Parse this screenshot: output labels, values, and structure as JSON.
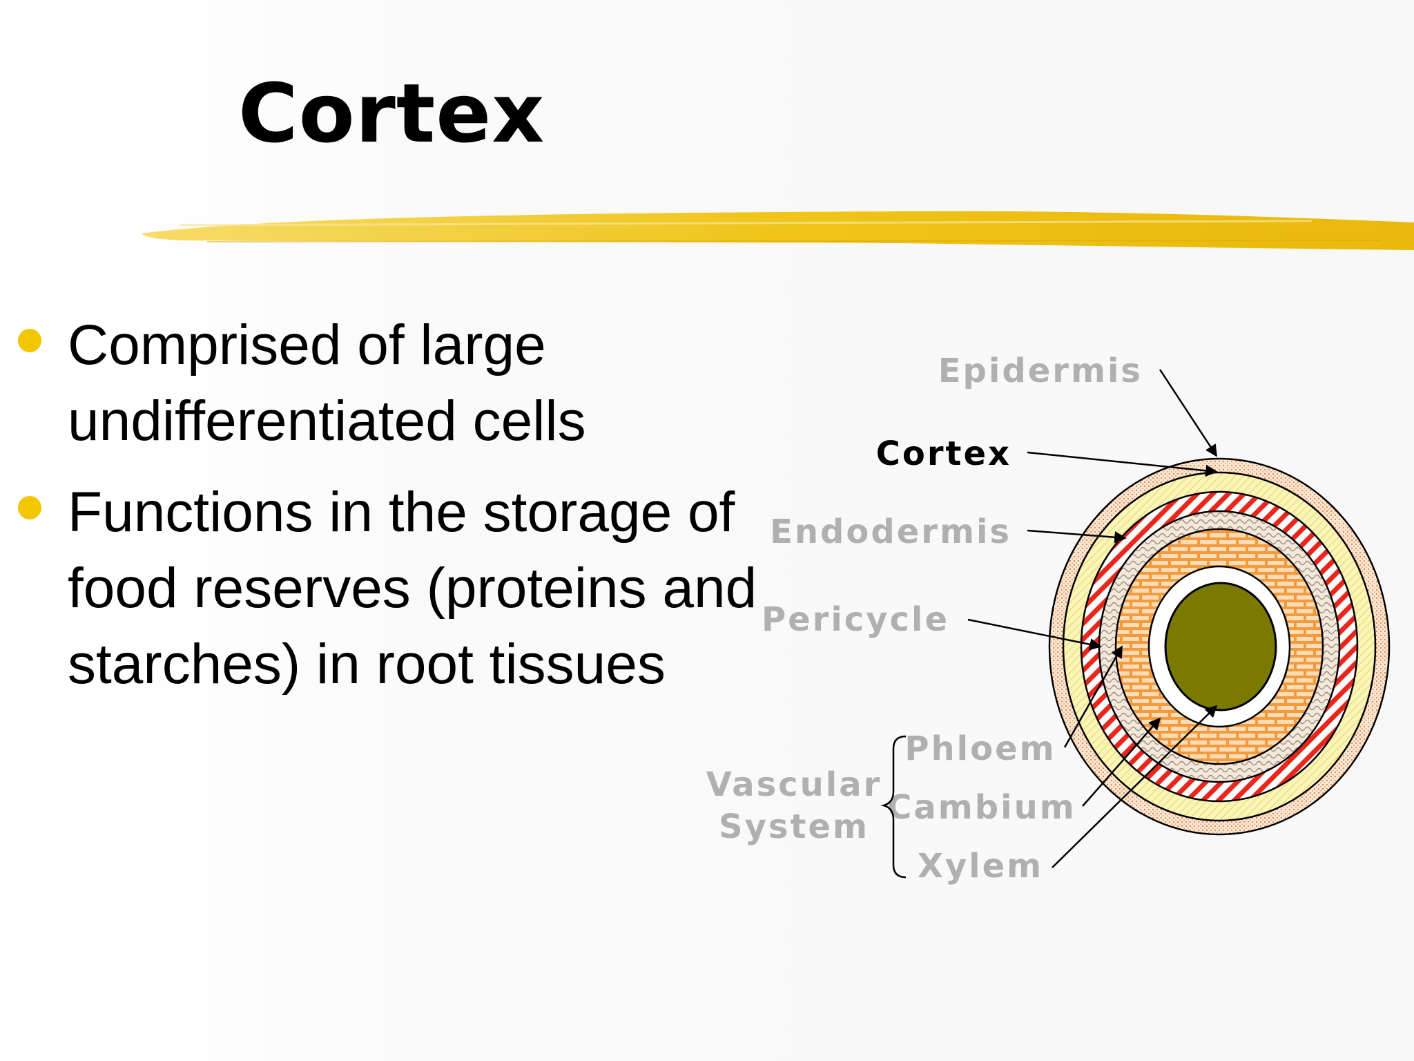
{
  "slide": {
    "title": "Cortex",
    "bullets": [
      "Comprised of large undifferentiated cells",
      "Functions in the storage of food reserves (proteins and starches) in root tissues"
    ]
  },
  "diagram": {
    "labels": {
      "epidermis": "Epidermis",
      "cortex": "Cortex",
      "endodermis": "Endodermis",
      "pericycle": "Pericycle",
      "vascular_system": [
        "Vascular",
        "System"
      ],
      "phloem": "Phloem",
      "cambium": "Cambium",
      "xylem": "Xylem"
    }
  },
  "colors": {
    "bullet": "#f2c600",
    "highlight_stroke": "#f0c419",
    "muted_label": "#b0b0b0",
    "active_label": "#000000",
    "cortex_ring": "#f7f2a0",
    "endodermis_stripe": "#e8261c",
    "pith_brick": "#f39a3c",
    "xylem_center": "#7a7a00"
  }
}
